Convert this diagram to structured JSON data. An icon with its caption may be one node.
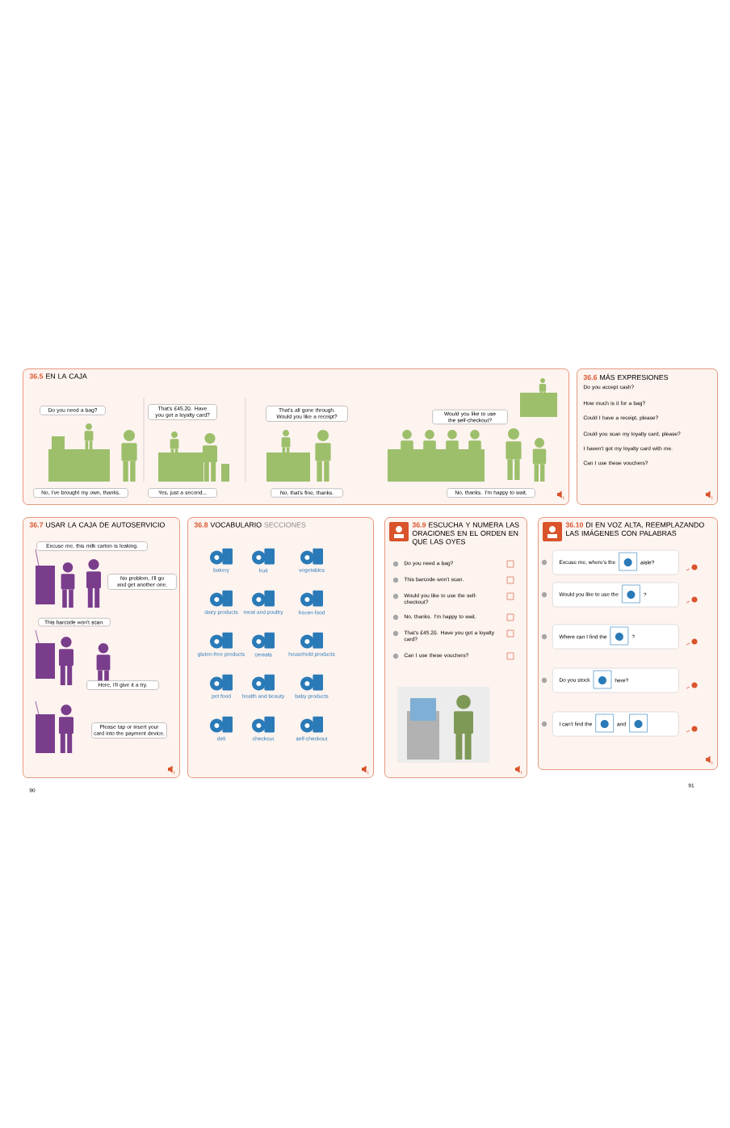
{
  "diagram": {
    "nodes": [
      {
        "text": [
          "36.5",
          "EN LA CAJA"
        ]
      },
      {
        "text": [
          "Do you need a bag?"
        ],
        "in": 0
      },
      {
        "text": [
          "No, I've brought my own, thanks."
        ],
        "in": 0
      },
      {
        "text": [
          "That's £45.20. Have you got a loyalty card?"
        ],
        "in": 0
      },
      {
        "text": [
          "Yes, just a second..."
        ],
        "in": 0
      },
      {
        "text": [
          "That's all gone through. Would you like a receipt?"
        ],
        "in": 0
      },
      {
        "text": [
          "No, that's fine, thanks."
        ],
        "in": 0
      },
      {
        "text": [
          "Would you like to use the self-checkout?"
        ],
        "in": 0
      },
      {
        "text": [
          "No, thanks. I'm happy to wait."
        ],
        "in": 0
      },
      {
        "text": [
          "36.6",
          "MÁS EXPRESIONES",
          "Do you accept cash?",
          "How much is it for a bag?",
          "Could I have a receipt, please?",
          "Could you scan my loyalty card, please?",
          "I haven't got my loyalty card with me.",
          "Can I use these vouchers?"
        ]
      },
      {
        "text": [
          "36.7",
          "USAR LA CAJA DE AUTOSERVICIO"
        ]
      },
      {
        "text": [
          "Excuse me, this milk carton is leaking."
        ],
        "in": 10
      },
      {
        "text": [
          "No problem, I'll go and get another one."
        ],
        "in": 10
      },
      {
        "text": [
          "This barcode won't scan."
        ],
        "in": 10
      },
      {
        "text": [
          "Here, I'll give it a try."
        ],
        "in": 10
      },
      {
        "text": [
          "Please tap or insert your card into the payment device."
        ],
        "in": 10
      },
      {
        "text": [
          "36.8",
          "VOCABULARIO",
          "SECCIONES"
        ]
      },
      {
        "text": [
          "36.9",
          "ESCUCHA Y NUMERA LAS ORACIONES EN EL ORDEN EN QUE LAS OYES",
          "Do you need a bag?",
          "This barcode won't scan.",
          "Would you like to use the self-checkout?",
          "No, thanks. I'm happy to wait.",
          "That's £45.20. Have you got a loyalty card?",
          "Can I use these vouchers?"
        ]
      },
      {
        "text": [
          "36.10",
          "DI EN VOZ ALTA, REEMPLAZANDO LAS IMÁGENES CON PALABRAS"
        ]
      },
      {
        "text": [
          "Excuse me, where's the",
          "aisle?"
        ],
        "in": 18
      },
      {
        "text": [
          "Would you like to use the",
          "?"
        ],
        "in": 18
      },
      {
        "text": [
          "Where can I find the",
          "?"
        ],
        "in": 18
      },
      {
        "text": [
          "Do you stock",
          "here?"
        ],
        "in": 18
      },
      {
        "text": [
          "I can't find the",
          "and"
        ],
        "in": 18
      }
    ],
    "labels": [
      "bakery",
      "fruit",
      "vegetables",
      "dairy products",
      "meat and poultry",
      "frozen food",
      "gluten-free products",
      "cereals",
      "household products",
      "pet food",
      "health and beauty",
      "baby products",
      "deli",
      "checkout",
      "self-checkout",
      "90",
      "91"
    ]
  }
}
